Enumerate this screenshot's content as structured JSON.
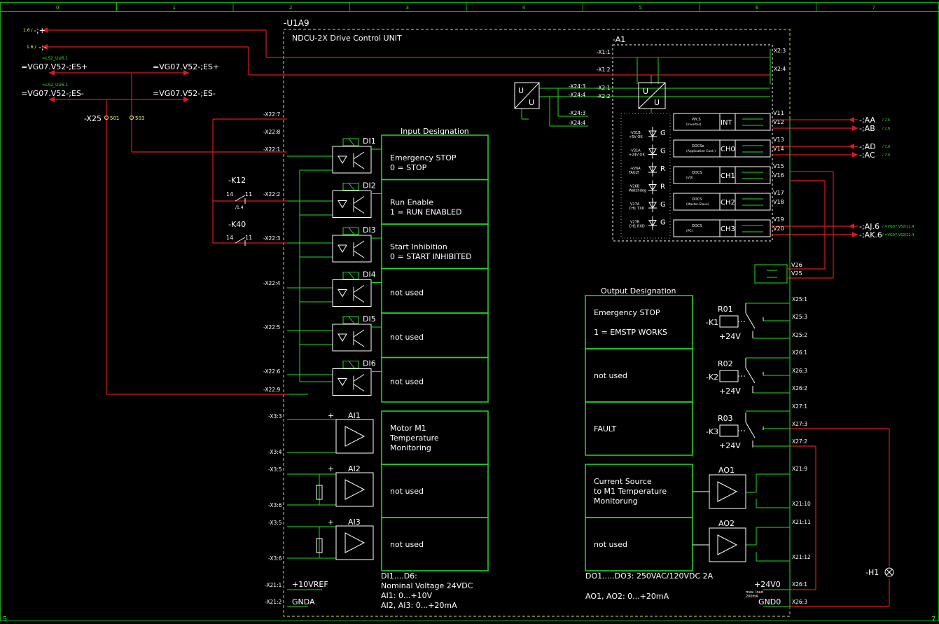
{
  "colors": {
    "background": "#000000",
    "frame": "#00c000",
    "wire_green": "#19e319",
    "wire_red": "#e01818",
    "text_white": "#ffffff",
    "text_yellow": "#ffff66",
    "text_green": "#22ee22"
  },
  "columns": [
    "0",
    "1",
    "2",
    "3",
    "4",
    "5",
    "6",
    "7"
  ],
  "corner_labels": [
    "5",
    "7"
  ],
  "unit": {
    "ref": "-U1A9",
    "name": "NDCU-2X Drive Control UNIT"
  },
  "module": {
    "ref": "-A1"
  },
  "supply": {
    "plus_ref": "1.6 /",
    "plus": "-;+",
    "minus_ref": "1.6 /",
    "minus": "-;-",
    "es_plus_small": "=LS2_UU6.1",
    "es_plus": "=VG07.V52-;ES+",
    "es_plus_out": "=VG07.V52-;ES+",
    "es_minus_small": "=LS2_UU6.1",
    "es_minus": "=VG07.V52-;ES-",
    "es_minus_out": "=VG07.V52-;ES-",
    "x25": "-X25",
    "x25_501": "501",
    "x25_503": "503"
  },
  "terminals": {
    "x1_1": "-X1:1",
    "x1_2": "-X1:2",
    "x2_3": "X2:3",
    "x2_4": "X2:4",
    "x24_3a": "-X24:3",
    "x24_4a": "-X24:4",
    "x2_1": "-X2:1",
    "x2_2": "-X2:2",
    "x24_3b": "-X24:3",
    "x24_4b": "-X24:4",
    "x22_7": "-X22:7",
    "x22_8": "-X22:8",
    "x22_1": "-X22:1",
    "x22_2": "-X22:2",
    "x22_3": "-X22:3",
    "x22_4": "-X22:4",
    "x22_5": "-X22:5",
    "x22_6": "-X22:6",
    "x22_9": "-X22:9",
    "x3_3": "-X3:3",
    "x3_4": "-X3:4",
    "x3_5a": "-X3:5",
    "x3_6a": "-X3:6",
    "x3_5b": "-X3:5",
    "x3_6b": "-X3:6",
    "x21_1": "-X21:1",
    "x21_2": "-X21:2",
    "x25_1": "X25:1",
    "x25_3": "X25:3",
    "x25_2": "X25:2",
    "x26_1": "X26:1",
    "x26_3": "X26:3",
    "x26_2": "X26:2",
    "x27_1": "X27:1",
    "x27_3": "X27:3",
    "x27_2": "X27:2",
    "x21_9": "X21:9",
    "x21_10": "X21:10",
    "x21_11": "X21:11",
    "x21_12": "X21:12",
    "x26_1b": "X26:1",
    "x26_3b": "X26:3"
  },
  "converter": {
    "label": "U",
    "label2": "U"
  },
  "contacts": [
    {
      "ref": "-K12",
      "p14": "14",
      "p11": "11",
      "sub": "/1.4"
    },
    {
      "ref": "-K40",
      "p14": "14",
      "p11": "11"
    }
  ],
  "digital_inputs": [
    {
      "id": "DI1",
      "text": [
        "Emergency STOP",
        "0 = STOP"
      ]
    },
    {
      "id": "DI2",
      "text": [
        "Run Enable",
        "1 = RUN ENABLED"
      ]
    },
    {
      "id": "DI3",
      "text": [
        "Start Inhibition",
        "0 = START INHIBITED"
      ]
    },
    {
      "id": "DI4",
      "text": [
        "not used"
      ]
    },
    {
      "id": "DI5",
      "text": [
        "not used"
      ]
    },
    {
      "id": "DI6",
      "text": [
        "not used"
      ]
    }
  ],
  "input_designation_title": "Input Designation",
  "analog_inputs": [
    {
      "id": "AI1",
      "plus": "+",
      "text": [
        "Motor M1",
        "Temperature",
        "Monitoring"
      ]
    },
    {
      "id": "AI2",
      "plus": "+",
      "text": [
        "not used"
      ]
    },
    {
      "id": "AI3",
      "plus": "+",
      "text": [
        "not used"
      ]
    }
  ],
  "ref_labels": {
    "ref10": "+10VREF",
    "gnda": "GNDA"
  },
  "input_notes": [
    "DI1....D6:",
    "Nominal Voltage 24VDC",
    "AI1: 0...+10V",
    "AI2, AI3: 0...+20mA"
  ],
  "output_designation_title": "Output Designation",
  "relay_outputs": [
    {
      "id": "R01",
      "k": "-K1",
      "v": "+24V",
      "text": [
        "Emergency STOP",
        "",
        "1 = EMSTP WORKS"
      ]
    },
    {
      "id": "R02",
      "k": "-K2",
      "v": "+24V",
      "text": [
        "not used"
      ]
    },
    {
      "id": "R03",
      "k": "-K3",
      "v": "+24V",
      "text": [
        "FAULT"
      ]
    }
  ],
  "analog_outputs": [
    {
      "id": "AO1",
      "text": [
        "Current Source",
        "to M1 Temperature",
        "Monitorung"
      ]
    },
    {
      "id": "AO2",
      "text": [
        "not used"
      ]
    }
  ],
  "output_notes": [
    "DO1.....DO3: 250VAC/120VDC 2A",
    "AO1, AO2: 0...+20mA"
  ],
  "supply_out": {
    "v24": "+24V0",
    "gnd": "GND0",
    "max1": "max. load",
    "max2": "200mA"
  },
  "lamp": {
    "ref": "-H1"
  },
  "leds": [
    {
      "name": "-V31B",
      "sub": "+5V OK",
      "letter": "G"
    },
    {
      "name": "-V31A",
      "sub": "+24V OK",
      "letter": "G"
    },
    {
      "name": "-V26A",
      "sub": "FAULT",
      "letter": "R"
    },
    {
      "name": "V26B",
      "sub": "Watchdog",
      "letter": "R"
    },
    {
      "name": "V27A",
      "sub": "CH1 TXD",
      "letter": "G"
    },
    {
      "name": "V27B",
      "sub": "CH1 RXD",
      "letter": "G"
    }
  ],
  "channels": [
    {
      "t1": "PPCS",
      "t2": "(Inverter)",
      "ch": "INT",
      "a": "V11",
      "b": "V12"
    },
    {
      "t1": "DDCSe",
      "t2": "(Application Cont.)",
      "ch": "CH0",
      "a": "V13",
      "b": "V14"
    },
    {
      "t1": "DDCS",
      "t2": "(I/O)",
      "ch": "CH1",
      "a": "V15",
      "b": "V16"
    },
    {
      "t1": "DDCS",
      "t2": "(Master-Slave)",
      "ch": "CH2",
      "a": "V17",
      "b": "V18"
    },
    {
      "t1": "DDCS",
      "t2": "(PC)",
      "ch": "CH3",
      "a": "V19",
      "b": "V20"
    }
  ],
  "v26": "V26",
  "v25": "V25",
  "fiber_outputs": [
    {
      "label": "-;AA",
      "ref": "/ 2.6"
    },
    {
      "label": "-;AB",
      "ref": "/ 2.6"
    },
    {
      "label": "-;AD",
      "ref": "/ 7.0"
    },
    {
      "label": "-;AC",
      "ref": "/ 7.0"
    },
    {
      "label": "-;AJ.6",
      "ref": "/ =VG07.V52/12.4"
    },
    {
      "label": "-;AK.6",
      "ref": "/ =VG07.V52/12.4"
    }
  ]
}
